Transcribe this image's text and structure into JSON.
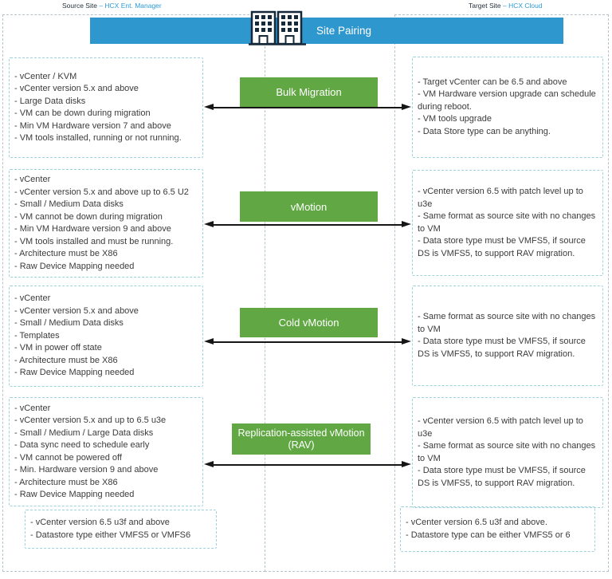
{
  "header": {
    "source_prefix": "Source Site ",
    "source_name": "– HCX Ent. Manager",
    "target_prefix": "Target Site ",
    "target_name": "– HCX Cloud",
    "banner_label": "Site Pairing",
    "buildings_icon": "buildings-icon"
  },
  "colors": {
    "banner_blue": "#2E97CE",
    "migration_green": "#61A845",
    "inner_dashed_border": "#9ED2DC",
    "outer_dashed_border": "#B5C3CA",
    "body_text": "#3B3B3B",
    "arrow_black": "#161616"
  },
  "sections": [
    {
      "title": "Bulk Migration",
      "subtitle": "",
      "source": [
        "- vCenter / KVM",
        "- vCenter version 5.x and above",
        "- Large Data disks",
        "- VM can be down during migration",
        "- Min VM Hardware version 7 and above",
        "- VM tools installed, running or not running."
      ],
      "target": [
        "- Target vCenter can be 6.5 and above",
        "- VM Hardware version upgrade can schedule during reboot.",
        "- VM tools upgrade",
        "- Data Store type can be anything."
      ]
    },
    {
      "title": "vMotion",
      "subtitle": "",
      "source": [
        "- vCenter",
        "- vCenter version 5.x and above up to 6.5 U2",
        "- Small / Medium Data disks",
        "- VM cannot be down during migration",
        "- Min VM Hardware version 9 and above",
        "- VM tools installed and must be running.",
        "- Architecture must be X86",
        "- Raw Device Mapping needed"
      ],
      "target": [
        "- vCenter version 6.5 with patch level up to u3e",
        "- Same format as source site with no changes to VM",
        "- Data store type must be VMFS5, if source DS is VMFS5, to support RAV migration."
      ]
    },
    {
      "title": "Cold vMotion",
      "subtitle": "",
      "source": [
        "- vCenter",
        "- vCenter version 5.x and above",
        "- Small / Medium Data disks",
        "- Templates",
        "- VM in power off state",
        "- Architecture must be X86",
        "- Raw Device Mapping needed"
      ],
      "target": [
        "- Same format as source site with no changes to VM",
        "- Data store type must be VMFS5, if source DS is VMFS5, to support RAV migration."
      ]
    },
    {
      "title": "Replication-assisted vMotion",
      "subtitle": "(RAV)",
      "source": [
        "- vCenter",
        "- vCenter version 5.x and up to 6.5 u3e",
        "- Small / Medium / Large Data disks",
        "- Data sync need to schedule early",
        "- VM cannot be powered off",
        "- Min. Hardware version 9 and above",
        "- Architecture must be X86",
        "- Raw Device Mapping needed"
      ],
      "target": [
        "- vCenter version 6.5 with patch level up to u3e",
        "- Same format as source site with no changes to VM",
        "- Data store type must be VMFS5, if source DS is VMFS5, to support RAV migration."
      ]
    }
  ],
  "footers": {
    "source": [
      "- vCenter version 6.5 u3f and above",
      "- Datastore type either VMFS5 or VMFS6"
    ],
    "target": [
      "- vCenter version 6.5 u3f and above.",
      "- Datastore type can be either VMFS5 or 6"
    ]
  }
}
